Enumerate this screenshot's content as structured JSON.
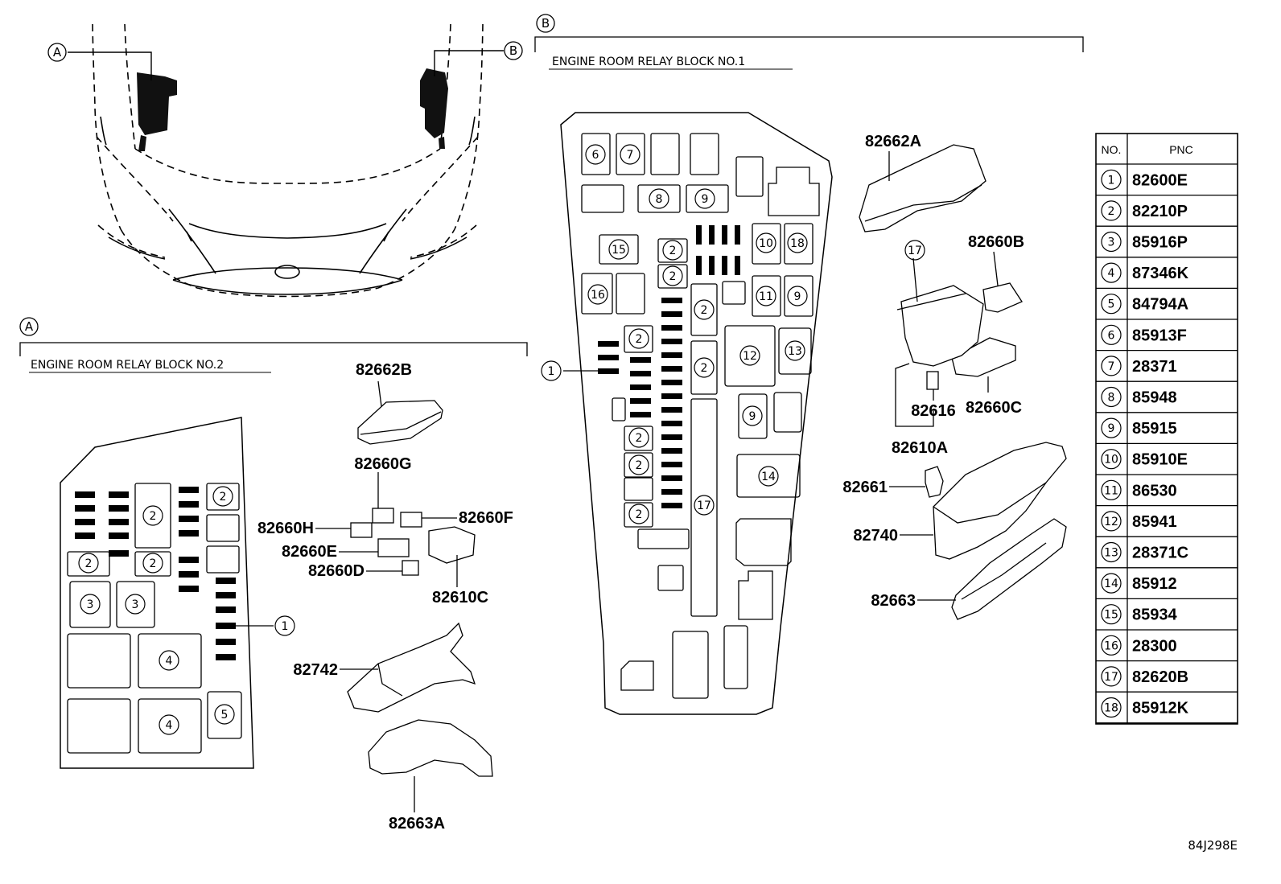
{
  "callouts": {
    "a": "A",
    "b": "B"
  },
  "headers": {
    "block1": "ENGINE ROOM RELAY BLOCK NO.1",
    "block2": "ENGINE ROOM RELAY BLOCK NO.2"
  },
  "parts": {
    "p82662B": "82662B",
    "p82660G": "82660G",
    "p82660H": "82660H",
    "p82660F": "82660F",
    "p82660E": "82660E",
    "p82660D": "82660D",
    "p82610C": "82610C",
    "p82742": "82742",
    "p82663A": "82663A",
    "p82662A": "82662A",
    "p82660B": "82660B",
    "p82616": "82616",
    "p82660C": "82660C",
    "p82610A": "82610A",
    "p82661": "82661",
    "p82740": "82740",
    "p82663": "82663"
  },
  "nums": {
    "n1": "1",
    "n2": "2",
    "n3": "3",
    "n4": "4",
    "n5": "5",
    "n6": "6",
    "n7": "7",
    "n8": "8",
    "n9": "9",
    "n10": "10",
    "n11": "11",
    "n12": "12",
    "n13": "13",
    "n14": "14",
    "n15": "15",
    "n16": "16",
    "n17": "17",
    "n18": "18"
  },
  "table": {
    "col_no": "NO.",
    "col_pnc": "PNC",
    "rows": [
      {
        "no": "1",
        "pnc": "82600E"
      },
      {
        "no": "2",
        "pnc": "82210P"
      },
      {
        "no": "3",
        "pnc": "85916P"
      },
      {
        "no": "4",
        "pnc": "87346K"
      },
      {
        "no": "5",
        "pnc": "84794A"
      },
      {
        "no": "6",
        "pnc": "85913F"
      },
      {
        "no": "7",
        "pnc": "28371"
      },
      {
        "no": "8",
        "pnc": "85948"
      },
      {
        "no": "9",
        "pnc": "85915"
      },
      {
        "no": "10",
        "pnc": "85910E"
      },
      {
        "no": "11",
        "pnc": "86530"
      },
      {
        "no": "12",
        "pnc": "85941"
      },
      {
        "no": "13",
        "pnc": "28371C"
      },
      {
        "no": "14",
        "pnc": "85912"
      },
      {
        "no": "15",
        "pnc": "85934"
      },
      {
        "no": "16",
        "pnc": "28300"
      },
      {
        "no": "17",
        "pnc": "82620B"
      },
      {
        "no": "18",
        "pnc": "85912K"
      }
    ]
  },
  "diagram_code": "84J298E"
}
